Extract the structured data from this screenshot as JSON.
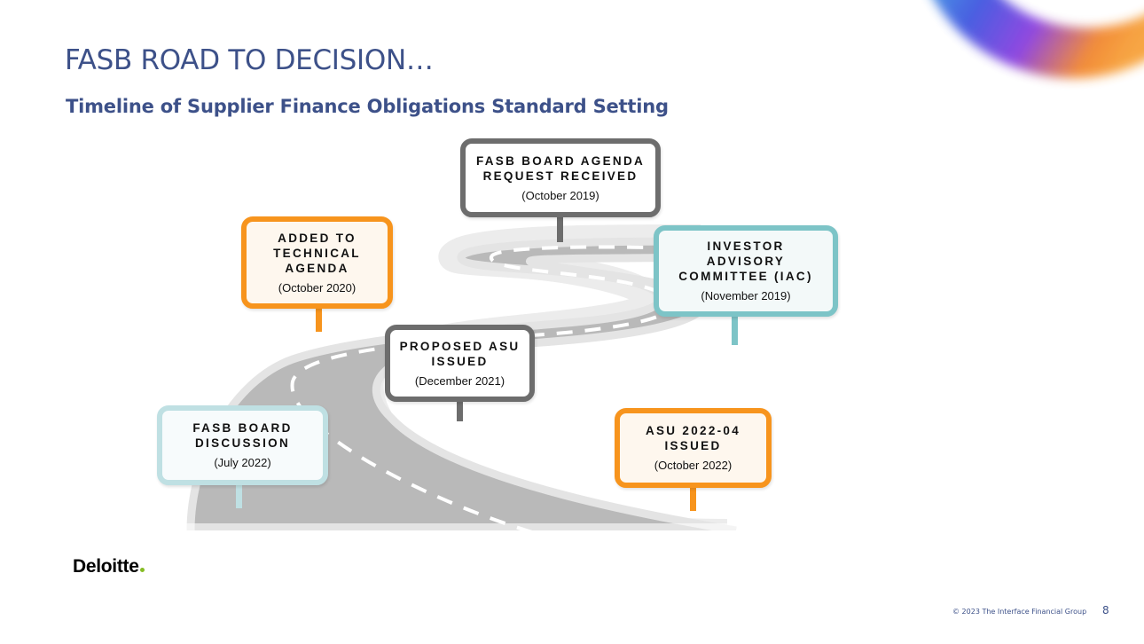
{
  "title": "FASB ROAD TO DECISION…",
  "subtitle": "Timeline of Supplier Finance Obligations Standard Setting",
  "signs": [
    {
      "title": "FASB BOARD AGENDA\nREQUEST RECEIVED",
      "date": "(October 2019)",
      "color": "#6d6d6d"
    },
    {
      "title": "INVESTOR\nADVISORY\nCOMMITTEE (IAC)",
      "date": "(November 2019)",
      "color": "#7dc4c7"
    },
    {
      "title": "ADDED TO\nTECHNICAL\nAGENDA",
      "date": "(October 2020)",
      "color": "#f7941d"
    },
    {
      "title": "PROPOSED ASU\nISSUED",
      "date": "(December 2021)",
      "color": "#6d6d6d"
    },
    {
      "title": "FASB BOARD\nDISCUSSION",
      "date": "(July 2022)",
      "color": "#bfe0e3"
    },
    {
      "title": "ASU 2022-04\nISSUED",
      "date": "(October 2022)",
      "color": "#f7941d"
    }
  ],
  "logo": {
    "text": "Deloitte",
    "dot_color": "#86bc25"
  },
  "footer": {
    "copyright": "© 2023 The Interface Financial Group",
    "page_number": "8"
  },
  "colors": {
    "heading": "#3d5189",
    "road": "#b8b8b8",
    "road_edge": "#ededed",
    "lane_marking": "#ffffff"
  }
}
